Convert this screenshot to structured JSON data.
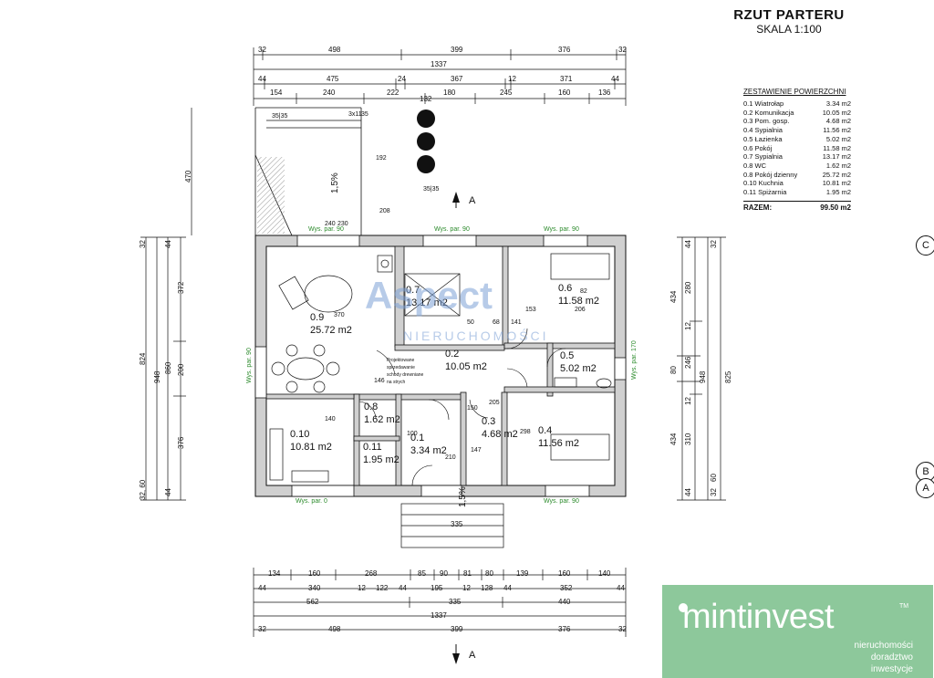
{
  "title": "RZUT PARTERU",
  "scale": "SKALA 1:100",
  "areas": {
    "header": "ZESTAWIENIE POWIERZCHNI",
    "rows": [
      {
        "name": "0.1 Wiatrołap",
        "value": "3.34 m2"
      },
      {
        "name": "0.2 Komunikacja",
        "value": "10.05 m2"
      },
      {
        "name": "0.3 Pom. gosp.",
        "value": "4.68 m2"
      },
      {
        "name": "0.4 Sypialnia",
        "value": "11.56 m2"
      },
      {
        "name": "0.5 Łazienka",
        "value": "5.02 m2"
      },
      {
        "name": "0.6 Pokój",
        "value": "11.58 m2"
      },
      {
        "name": "0.7 Sypialnia",
        "value": "13.17 m2"
      },
      {
        "name": "0.8 WC",
        "value": "1.62 m2"
      },
      {
        "name": "0.8 Pokój dzienny",
        "value": "25.72 m2"
      },
      {
        "name": "0.10 Kuchnia",
        "value": "10.81 m2"
      },
      {
        "name": "0.11 Spiżarnia",
        "value": "1.95 m2"
      }
    ],
    "total_label": "RAZEM:",
    "total_value": "99.50 m2"
  },
  "axes": [
    "C",
    "B",
    "A"
  ],
  "rooms": [
    {
      "id": "0.9",
      "area": "25.72 m2"
    },
    {
      "id": "0.7",
      "area": "13.17 m2"
    },
    {
      "id": "0.6",
      "area": "11.58 m2"
    },
    {
      "id": "0.2",
      "area": "10.05 m2"
    },
    {
      "id": "0.5",
      "area": "5.02 m2"
    },
    {
      "id": "0.8",
      "area": "1.62 m2"
    },
    {
      "id": "0.10",
      "area": "10.81 m2"
    },
    {
      "id": "0.11",
      "area": "1.95 m2"
    },
    {
      "id": "0.1",
      "area": "3.34 m2"
    },
    {
      "id": "0.3",
      "area": "4.68 m2"
    },
    {
      "id": "0.4",
      "area": "11.56 m2"
    }
  ],
  "dims_top": {
    "r1": [
      "32",
      "498",
      "399",
      "376",
      "32"
    ],
    "r2": [
      "1337"
    ],
    "r3": [
      "44",
      "475",
      "24",
      "367",
      "12",
      "371",
      "44"
    ],
    "r4": [
      "154",
      "240",
      "222",
      "180",
      "245",
      "160",
      "136"
    ],
    "r5": [
      "132"
    ]
  },
  "dims_bottom": {
    "r1": [
      "134",
      "160",
      "268",
      "85",
      "90",
      "81",
      "80",
      "139",
      "160",
      "140"
    ],
    "r2": [
      "44",
      "340",
      "12",
      "122",
      "44",
      "195",
      "12",
      "128",
      "44",
      "352",
      "44"
    ],
    "r3": [
      "562",
      "335",
      "440"
    ],
    "r4": [
      "1337"
    ],
    "r5": [
      "32",
      "498",
      "399",
      "376",
      "32"
    ],
    "r6": [
      "335"
    ]
  },
  "dims_left": {
    "outer": [
      "948",
      "824"
    ],
    "mid": [
      "372",
      "200",
      "376"
    ],
    "inner": [
      "860"
    ],
    "small": [
      "32",
      "44",
      "32, 60",
      "44"
    ],
    "top_block": [
      "470"
    ]
  },
  "dims_right": {
    "outer": [
      "948",
      "825"
    ],
    "mid": [
      "434",
      "80",
      "434"
    ],
    "inner": [
      "280",
      "12",
      "246",
      "12",
      "310"
    ],
    "small": [
      "32",
      "44",
      "32",
      "60",
      "44"
    ]
  },
  "window_labels": [
    "Wys. par. 90",
    "Wys. par. 90",
    "Wys. par. 90",
    "Wys. par. 90",
    "Wys. par. 0",
    "Wys. par. 170",
    "Wys. par. 90"
  ],
  "slopes": [
    "1,5%",
    "1,5%"
  ],
  "interior_dims": [
    "153",
    "50",
    "68",
    "141",
    "206",
    "82",
    "140",
    "146",
    "150",
    "205",
    "298",
    "100",
    "147",
    "210",
    "370",
    "240",
    "230",
    "208",
    "192",
    "35|35",
    "35|35",
    "3x11",
    "35"
  ],
  "stairs_note": [
    "Projektowane",
    "sprzedawanie",
    "schody drewniane",
    "na strych"
  ],
  "section_marker": "A",
  "watermark": {
    "brand": "Aspect",
    "sub": "NIERUCHOMOŚCI"
  },
  "logo": {
    "name": "mintinvest",
    "tm": "TM",
    "tag": [
      "nieruchomości",
      "doradztwo",
      "inwestycje"
    ]
  },
  "colors": {
    "wall": "#d0d0d0",
    "line": "#111111",
    "green": "#2a8a2a",
    "logo_bg": "#8dc89b",
    "watermark": "#7ea2d6"
  }
}
